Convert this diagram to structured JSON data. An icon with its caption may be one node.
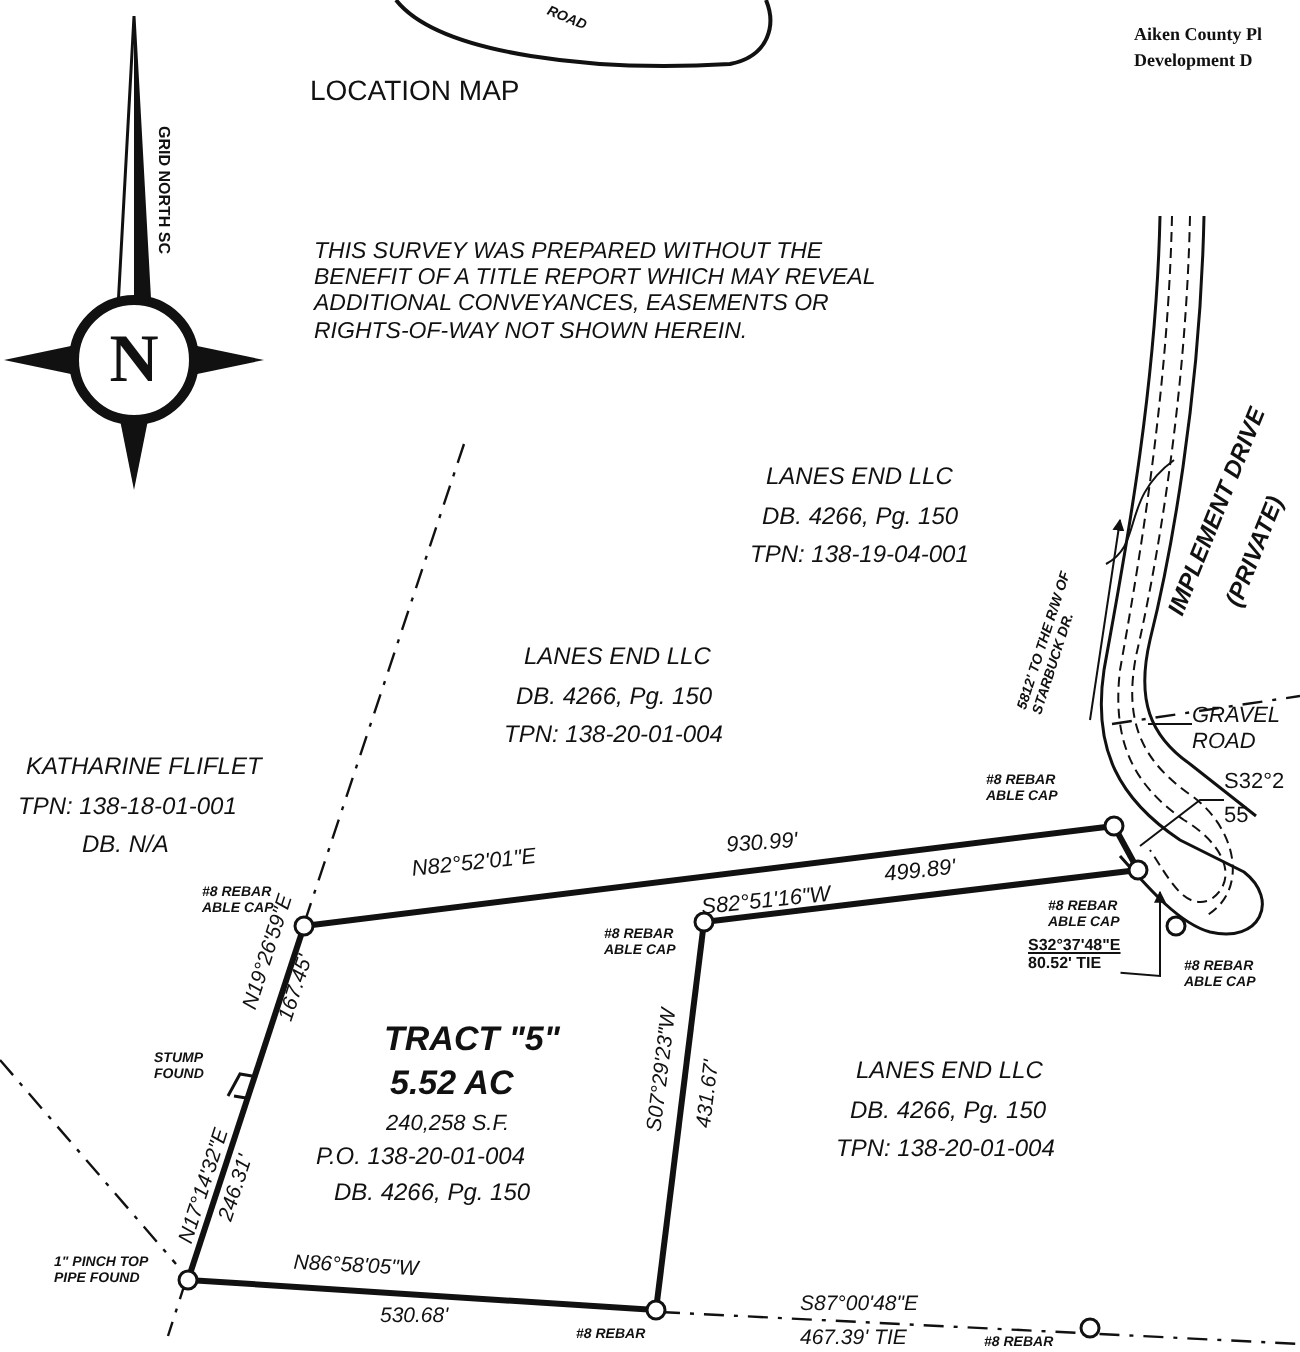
{
  "diagram": {
    "nodes": [
      {
        "text": [
          "GRAVEL ROAD"
        ]
      },
      {
        "text": [
          "S32°37'48\"E",
          "80.52' TIE"
        ]
      },
      {
        "text": [
          "S32°2",
          "55"
        ]
      }
    ],
    "edges": [
      {
        "from": 0,
        "to": null,
        "arrow": "none"
      },
      {
        "from": 1,
        "to": null,
        "arrow": "to"
      },
      {
        "from": 2,
        "to": null,
        "arrow": "none"
      }
    ],
    "labels": [
      "Aiken County Pl",
      "Development D",
      "ROAD",
      "LOCATION MAP",
      "GRID NORTH SC",
      "N",
      "THIS SURVEY WAS PREPARED WITHOUT THE BENEFIT OF A TITLE REPORT WHICH MAY REVEAL ADDITIONAL CONVEYANCES, EASEMENTS OR RIGHTS-OF-WAY NOT SHOWN HEREIN.",
      "IMPLEMENT DRIVE",
      "(PRIVATE)",
      "LANES END LLC",
      "DB. 4266, Pg. 150",
      "TPN: 138-19-04-001",
      "5812' TO THE R/W OF STARBUCK DR.",
      "LANES END LLC",
      "DB. 4266, Pg. 150",
      "TPN: 138-20-01-004",
      "KATHARINE FLIFLET",
      "TPN: 138-18-01-001",
      "DB. N/A",
      "#8 REBAR ABLE CAP",
      "#8 REBAR ABLE CAP",
      "N82°52'01\"E",
      "930.99'",
      "#8 REBAR ABLE CAP",
      "#8 REBAR ABLE CAP",
      "S82°51'16\"W",
      "499.89'",
      "#8 REBAR ABLE CAP",
      "N19°26'59\"E",
      "167.45'",
      "TRACT \"5\"",
      "5.52 AC",
      "240,258 S.F.",
      "P.O. 138-20-01-004",
      "DB. 4266, Pg. 150",
      "STUMP FOUND",
      "S07°29'23\"W",
      "431.67'",
      "LANES END LLC",
      "DB. 4266, Pg. 150",
      "TPN: 138-20-01-004",
      "N17°14'32\"E",
      "246.31'",
      "1\" PINCH TOP PIPE FOUND",
      "N86°58'05\"W",
      "530.68'",
      "S87°00'48\"E",
      "467.39' TIE",
      "#8 REBAR",
      "#8 REBAR"
    ]
  }
}
